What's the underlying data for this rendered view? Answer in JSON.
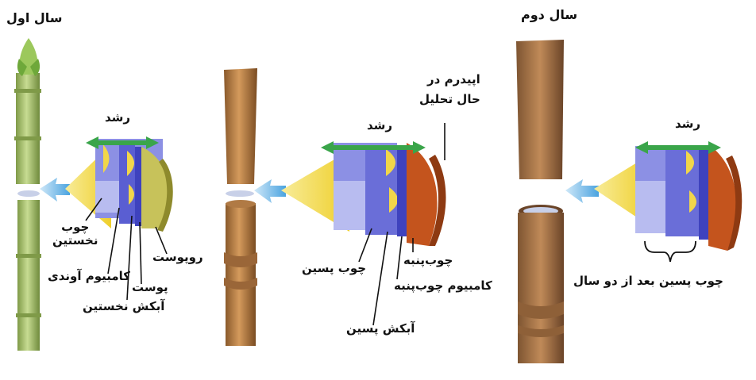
{
  "titles": {
    "year_one": "سال اول",
    "year_two": "سال دوم"
  },
  "labels": {
    "growth_1": "رشد",
    "growth_2": "رشد",
    "growth_3": "رشد",
    "primary_xylem_line1": "چوب",
    "primary_xylem_line2": "نخستین",
    "vascular_cambium": "کامبیوم آوندی",
    "epidermis": "روپوست",
    "cortex": "پوست",
    "primary_phloem": "آبکش نخستین",
    "epidermis_decaying_line1": "اپیدرم در",
    "epidermis_decaying_line2": "حال تحلیل",
    "secondary_xylem": "چوب پسین",
    "cork": "چوب‌پنبه",
    "cork_cambium": "کامبیوم چوب‌پنبه",
    "secondary_phloem": "آبکش پسین",
    "secondary_xylem_two_years": "چوب پسین بعد از دو سال"
  },
  "colors": {
    "green_stem": "#a8c070",
    "brown_stem": "#b07a45",
    "cork": "#c4541d",
    "xylem": "#8a8ee0",
    "cambium": "#4a4ec8",
    "pith": "#f3dc4a",
    "arrow_blue": "#6fb4e6",
    "growth_arrow": "#3aa54a"
  }
}
